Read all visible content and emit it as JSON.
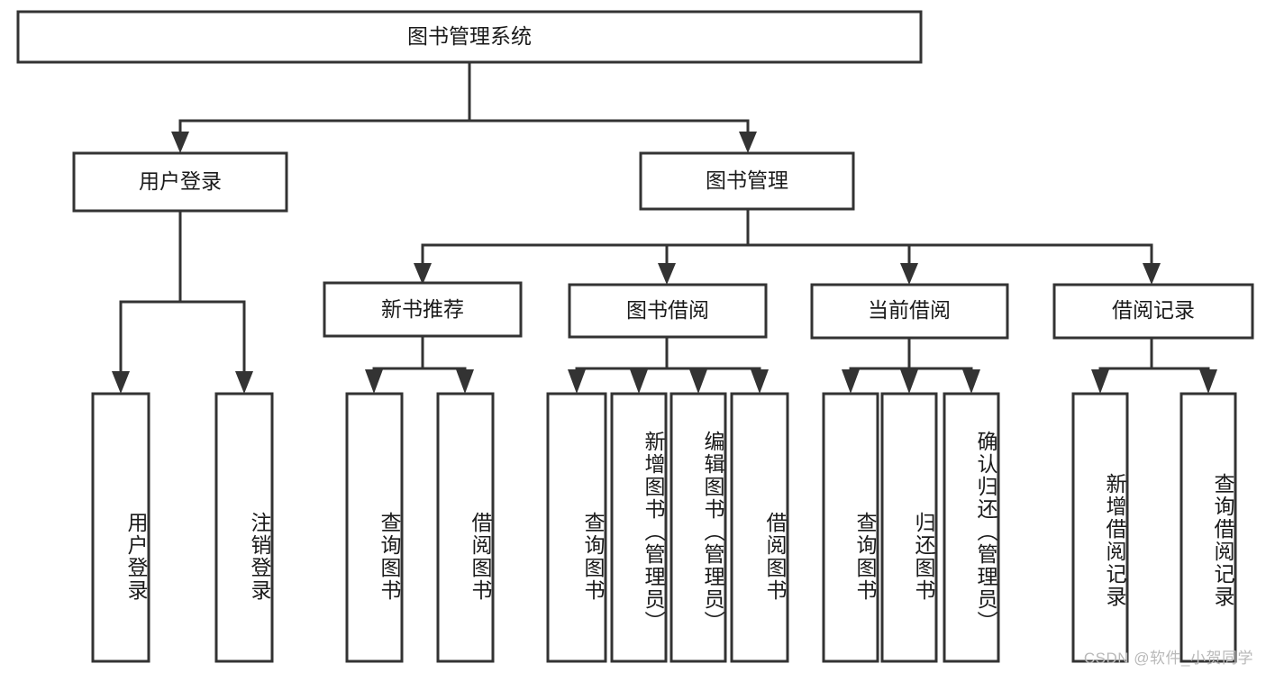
{
  "diagram": {
    "type": "tree",
    "title": "图书管理系统",
    "watermark": "CSDN @软件_小贺同学",
    "colors": {
      "stroke": "#333333",
      "fill": "#ffffff",
      "text": "#1a1a1a",
      "watermark": "#b9b9b9"
    },
    "root": {
      "label": "图书管理系统",
      "orientation": "horizontal"
    },
    "level2": [
      {
        "label": "用户登录",
        "orientation": "horizontal"
      },
      {
        "label": "图书管理",
        "orientation": "horizontal"
      }
    ],
    "level3": [
      {
        "label": "新书推荐",
        "orientation": "horizontal"
      },
      {
        "label": "图书借阅",
        "orientation": "horizontal"
      },
      {
        "label": "当前借阅",
        "orientation": "horizontal"
      },
      {
        "label": "借阅记录",
        "orientation": "horizontal"
      }
    ],
    "leaves": {
      "user_login": [
        {
          "label": "用户登录",
          "orientation": "vertical"
        },
        {
          "label": "注销登录",
          "orientation": "vertical"
        }
      ],
      "new_book_recommend": [
        {
          "label": "查询图书",
          "orientation": "vertical"
        },
        {
          "label": "借阅图书",
          "orientation": "vertical"
        }
      ],
      "book_borrow": [
        {
          "label": "查询图书",
          "orientation": "vertical"
        },
        {
          "label": "新增图书（管理员）",
          "orientation": "vertical"
        },
        {
          "label": "编辑图书（管理员）",
          "orientation": "vertical"
        },
        {
          "label": "借阅图书",
          "orientation": "vertical"
        }
      ],
      "current_borrow": [
        {
          "label": "查询图书",
          "orientation": "vertical"
        },
        {
          "label": "归还图书",
          "orientation": "vertical"
        },
        {
          "label": "确认归还（管理员）",
          "orientation": "vertical"
        }
      ],
      "borrow_records": [
        {
          "label": "新增借阅记录",
          "orientation": "vertical"
        },
        {
          "label": "查询借阅记录",
          "orientation": "vertical"
        }
      ]
    }
  }
}
